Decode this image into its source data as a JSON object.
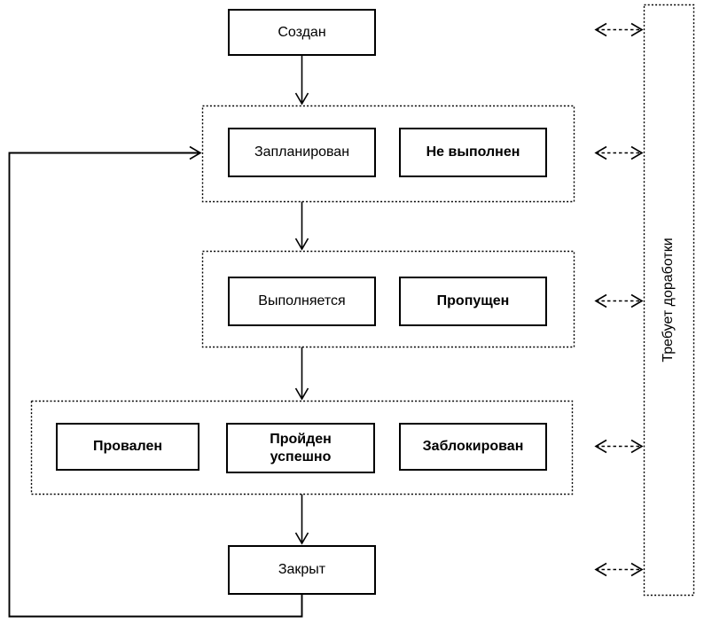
{
  "diagram": {
    "background": "#ffffff",
    "stroke_color": "#000000",
    "nodes": {
      "created": "Создан",
      "planned": "Запланирован",
      "not_executed": "Не выполнен",
      "in_progress": "Выполняется",
      "skipped": "Пропущен",
      "failed": "Провален",
      "passed": "Пройден успешно",
      "blocked": "Заблокирован",
      "closed": "Закрыт",
      "rework": "Требует доработки"
    },
    "edges": [
      {
        "from": "created",
        "to": "group-planned",
        "style": "solid-arrow"
      },
      {
        "from": "group-planned",
        "to": "group-in-progress",
        "style": "solid-arrow"
      },
      {
        "from": "group-in-progress",
        "to": "group-result",
        "style": "solid-arrow"
      },
      {
        "from": "group-result",
        "to": "closed",
        "style": "solid-arrow"
      },
      {
        "from": "closed",
        "to": "group-planned",
        "style": "solid-loop-arrow"
      },
      {
        "from": "created",
        "to": "rework",
        "style": "dashed-double-arrow"
      },
      {
        "from": "group-planned",
        "to": "rework",
        "style": "dashed-double-arrow"
      },
      {
        "from": "group-in-progress",
        "to": "rework",
        "style": "dashed-double-arrow"
      },
      {
        "from": "group-result",
        "to": "rework",
        "style": "dashed-double-arrow"
      },
      {
        "from": "closed",
        "to": "rework",
        "style": "dashed-double-arrow"
      }
    ]
  }
}
